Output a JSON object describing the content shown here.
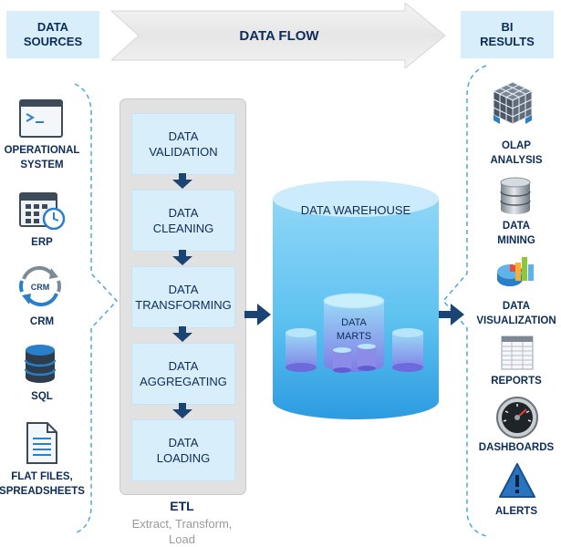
{
  "header": {
    "data_sources": [
      "DATA",
      "SOURCES"
    ],
    "data_flow": "DATA FLOW",
    "bi_results": [
      "BI",
      "RESULTS"
    ]
  },
  "sources": [
    {
      "icon": "terminal-window-icon",
      "lines": [
        "OPERATIONAL",
        "SYSTEM"
      ]
    },
    {
      "icon": "calendar-clock-icon",
      "lines": [
        "ERP"
      ]
    },
    {
      "icon": "crm-cycle-icon",
      "icon_text": "CRM",
      "lines": [
        "CRM"
      ]
    },
    {
      "icon": "database-icon",
      "lines": [
        "SQL"
      ]
    },
    {
      "icon": "document-icon",
      "lines": [
        "FLAT FILES,",
        "SPREADSHEETS"
      ]
    }
  ],
  "etl": {
    "steps": [
      [
        "DATA",
        "VALIDATION"
      ],
      [
        "DATA",
        "CLEANING"
      ],
      [
        "DATA",
        "TRANSFORMING"
      ],
      [
        "DATA",
        "AGGREGATING"
      ],
      [
        "DATA",
        "LOADING"
      ]
    ],
    "title": "ETL",
    "subtitle": [
      "Extract, Transform,",
      "Load"
    ]
  },
  "warehouse": {
    "title": "DATA WAREHOUSE",
    "marts": [
      "DATA",
      "MARTS"
    ]
  },
  "bi": [
    {
      "icon": "olap-cube-icon",
      "lines": [
        "OLAP",
        "ANALYSIS"
      ]
    },
    {
      "icon": "database-stack-icon",
      "lines": [
        "DATA",
        "MINING"
      ]
    },
    {
      "icon": "chart-icon",
      "lines": [
        "DATA",
        "VISUALIZATION"
      ]
    },
    {
      "icon": "table-icon",
      "lines": [
        "REPORTS"
      ]
    },
    {
      "icon": "gauge-icon",
      "lines": [
        "DASHBOARDS"
      ]
    },
    {
      "icon": "warning-icon",
      "lines": [
        "ALERTS"
      ]
    }
  ],
  "colors": {
    "navy": "#0d2c57",
    "light_blue": "#d8eefb",
    "arrow": "#1a4474",
    "dash": "#4ea8dc",
    "cylinder": "#5ac0f0",
    "purple": "#6d6bdc"
  }
}
